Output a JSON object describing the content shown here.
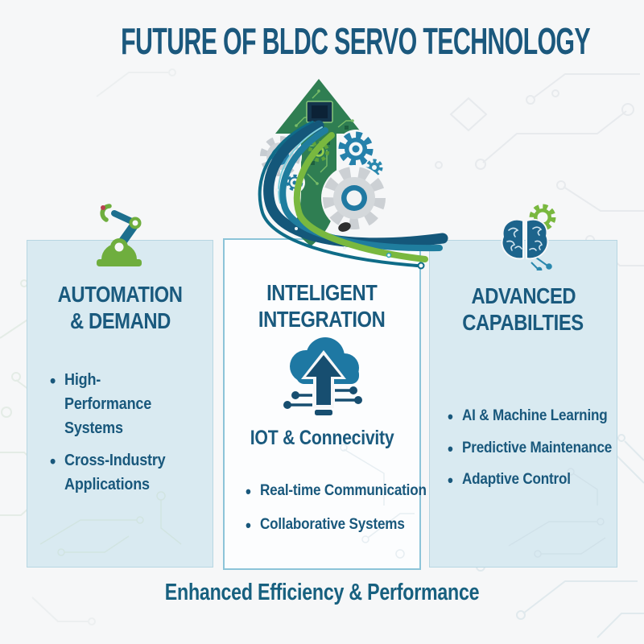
{
  "title": "FUTURE OF BLDC SERVO TECHNOLOGY",
  "footer": "Enhanced Efficiency & Performance",
  "background_pattern": "circuit-traces",
  "center_graphic": "growth-arrow-with-gears",
  "colors": {
    "heading_blue": "#1a5a7e",
    "panel_fill": "#d9eaf1",
    "panel_border": "#b7d6e2",
    "mid_panel_border": "#8cc4d8",
    "green": "#76b53d",
    "dark_green": "#2f7e52",
    "teal": "#1f7d9e",
    "navy": "#174e70",
    "silver": "#cdd1d5",
    "background": "#f6f7f8"
  },
  "columns": [
    {
      "icon": "robot-arm-icon",
      "header_line1": "AUTOMATION",
      "header_line2": "& DEMAND",
      "bullets": [
        "High-Performance Systems",
        "Cross-Industry Applications"
      ]
    },
    {
      "icon": "cloud-upload-icon",
      "header_line1": "INTELIGENT",
      "header_line2": "INTEGRATION",
      "subtitle": "IOT & Connecivity",
      "bullets": [
        "Real-time Communication",
        "Collaborative Systems"
      ]
    },
    {
      "icon": "brain-gear-icon",
      "header_line1": "ADVANCED",
      "header_line2": "CAPABILTIES",
      "bullets": [
        "AI & Machine Learning",
        "Predictive Maintenance",
        "Adaptive Control"
      ]
    }
  ]
}
